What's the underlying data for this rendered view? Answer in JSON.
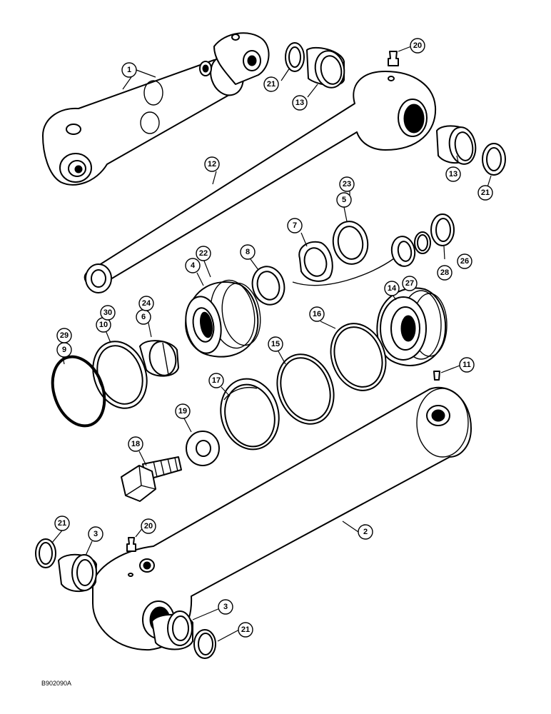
{
  "callouts": [
    {
      "id": "c1",
      "label": "1"
    },
    {
      "id": "c2",
      "label": "2"
    },
    {
      "id": "c3a",
      "label": "3"
    },
    {
      "id": "c3b",
      "label": "3"
    },
    {
      "id": "c4",
      "label": "4"
    },
    {
      "id": "c5",
      "label": "5"
    },
    {
      "id": "c6",
      "label": "6"
    },
    {
      "id": "c7",
      "label": "7"
    },
    {
      "id": "c8",
      "label": "8"
    },
    {
      "id": "c9",
      "label": "9"
    },
    {
      "id": "c10",
      "label": "10"
    },
    {
      "id": "c11",
      "label": "11"
    },
    {
      "id": "c12",
      "label": "12"
    },
    {
      "id": "c13a",
      "label": "13"
    },
    {
      "id": "c13b",
      "label": "13"
    },
    {
      "id": "c14",
      "label": "14"
    },
    {
      "id": "c15",
      "label": "15"
    },
    {
      "id": "c16",
      "label": "16"
    },
    {
      "id": "c17",
      "label": "17"
    },
    {
      "id": "c18",
      "label": "18"
    },
    {
      "id": "c19",
      "label": "19"
    },
    {
      "id": "c20a",
      "label": "20"
    },
    {
      "id": "c20b",
      "label": "20"
    },
    {
      "id": "c21a",
      "label": "21"
    },
    {
      "id": "c21b",
      "label": "21"
    },
    {
      "id": "c21c",
      "label": "21"
    },
    {
      "id": "c21d",
      "label": "21"
    },
    {
      "id": "c22",
      "label": "22"
    },
    {
      "id": "c23",
      "label": "23"
    },
    {
      "id": "c24",
      "label": "24"
    },
    {
      "id": "c26",
      "label": "26"
    },
    {
      "id": "c27",
      "label": "27"
    },
    {
      "id": "c28",
      "label": "28"
    },
    {
      "id": "c29",
      "label": "29"
    },
    {
      "id": "c30",
      "label": "30"
    }
  ],
  "drawing_code": "B902090A"
}
